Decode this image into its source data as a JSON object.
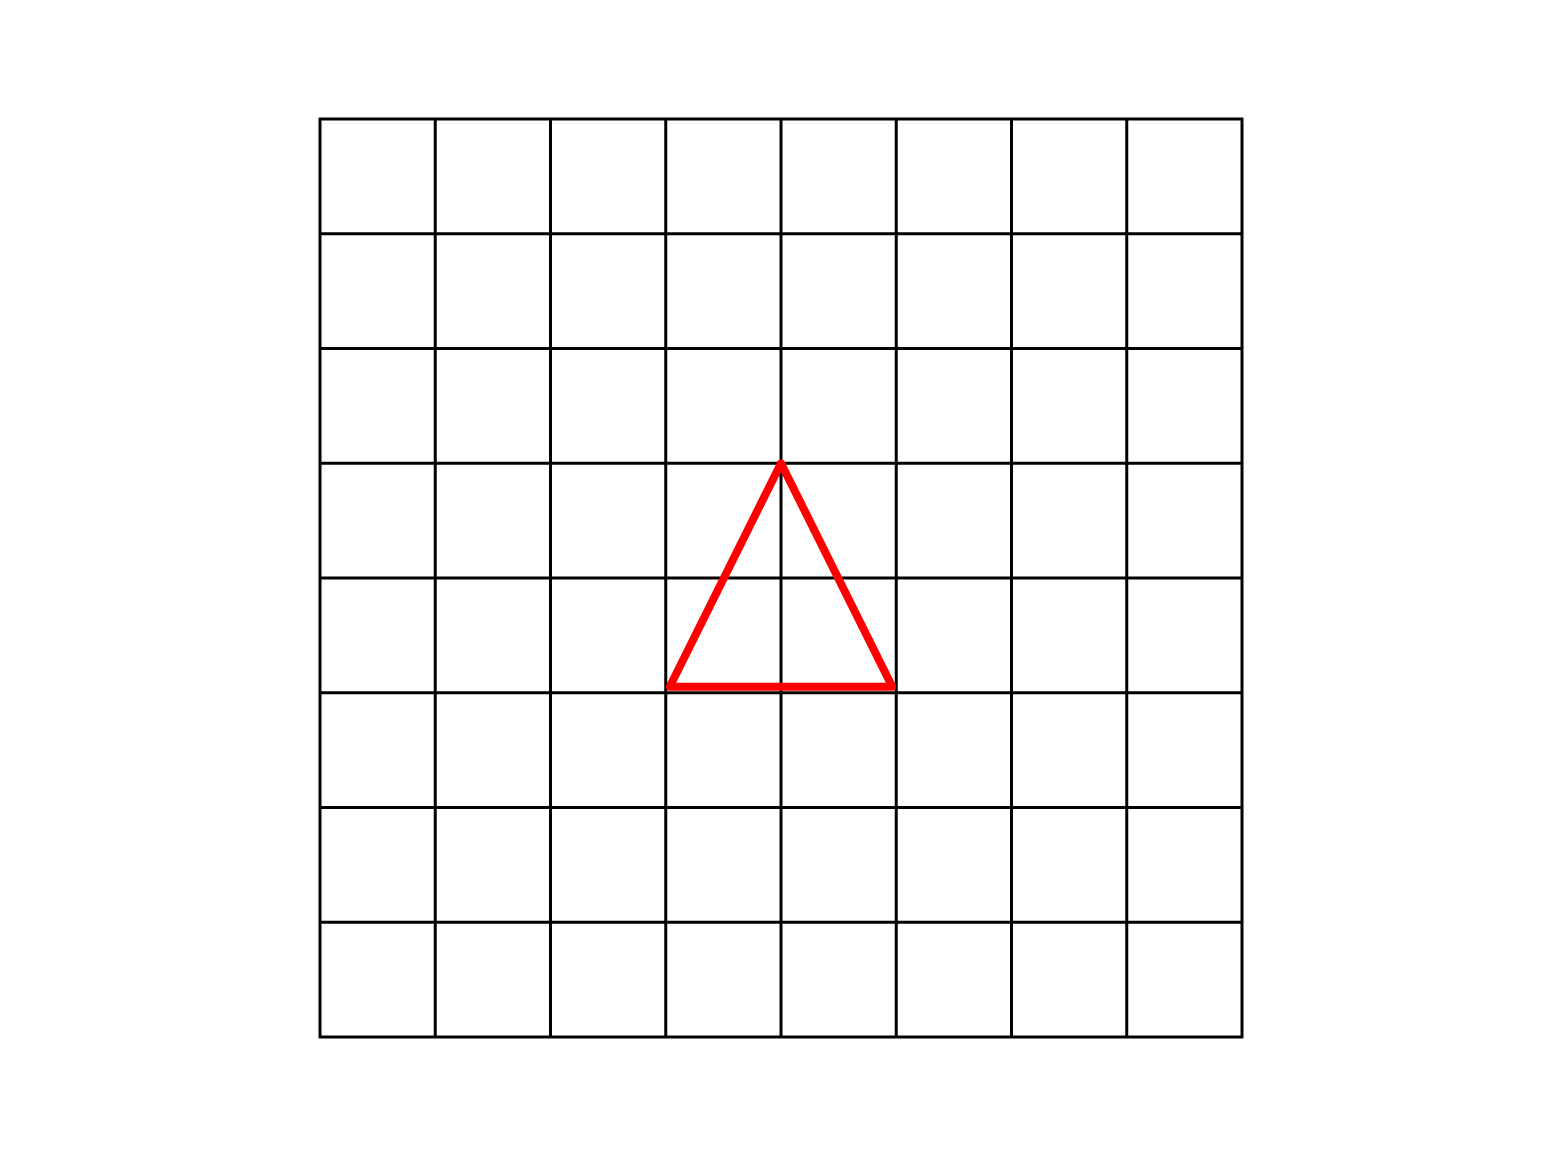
{
  "grid": {
    "columns": 8,
    "rows": 8,
    "line_color": "#000000",
    "background_color": "#ffffff"
  },
  "shape": {
    "type": "triangle",
    "stroke_color": "#ff0000",
    "fill": "none",
    "vertices_grid_units": [
      [
        4,
        3
      ],
      [
        3,
        5
      ],
      [
        5,
        5
      ]
    ]
  }
}
